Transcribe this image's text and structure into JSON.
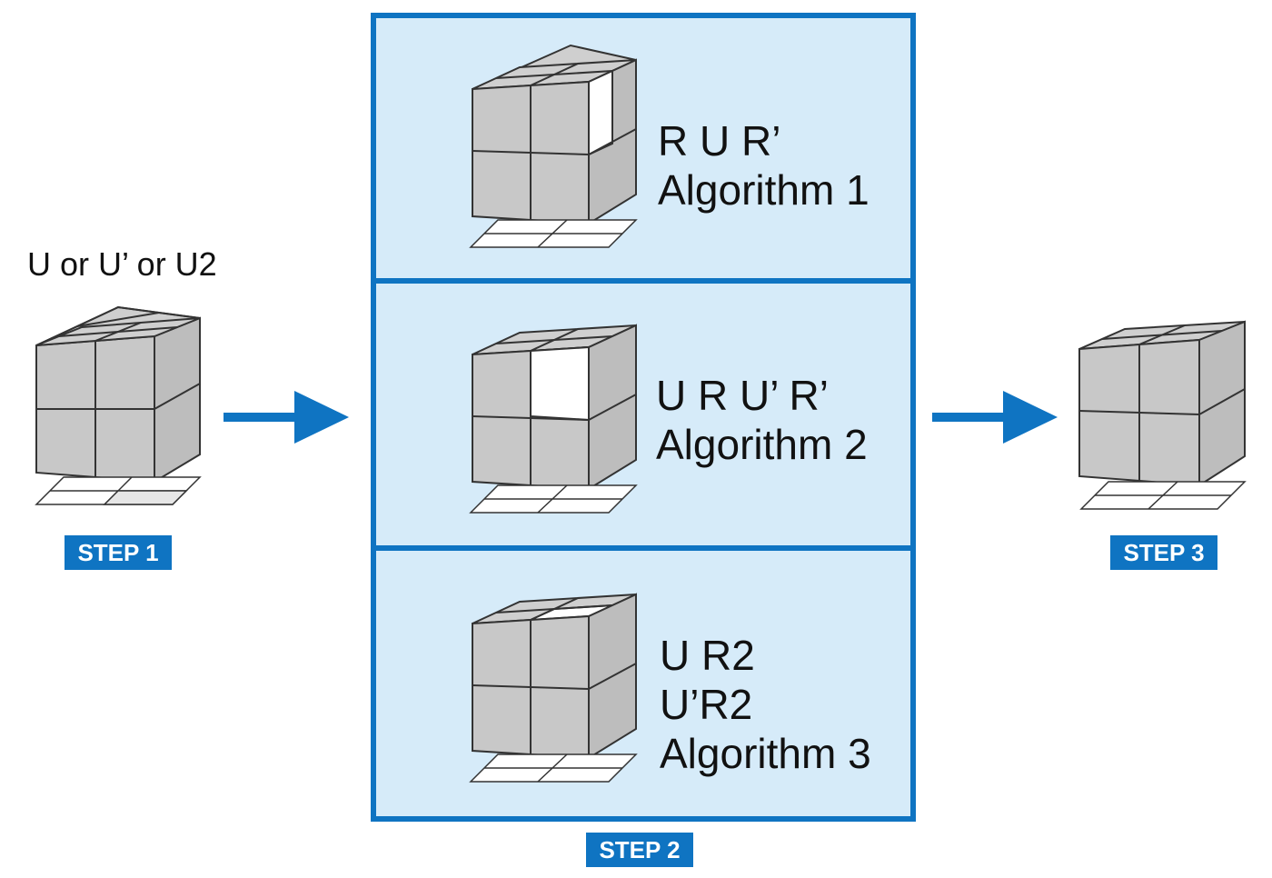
{
  "step1": {
    "move_label": "U or U’ or U2",
    "badge": "STEP 1"
  },
  "step2": {
    "badge": "STEP 2",
    "algorithms": [
      {
        "lines": [
          "R U R’",
          "Algorithm 1"
        ],
        "highlight": "right-top-facelet"
      },
      {
        "lines": [
          "U R U’ R’",
          "Algorithm 2"
        ],
        "highlight": "front-top-right-facelet"
      },
      {
        "lines": [
          "U R2",
          "U’R2",
          "Algorithm 3"
        ],
        "highlight": "top-front-right-facelet"
      }
    ]
  },
  "step3": {
    "badge": "STEP 3"
  },
  "colors": {
    "accent": "#0f74c2",
    "panel_bg": "#d6ebf9",
    "cube_gray": "#c8c8c8",
    "highlight_white": "#ffffff"
  },
  "icons": [
    "cube-icon",
    "arrow-right-icon"
  ]
}
